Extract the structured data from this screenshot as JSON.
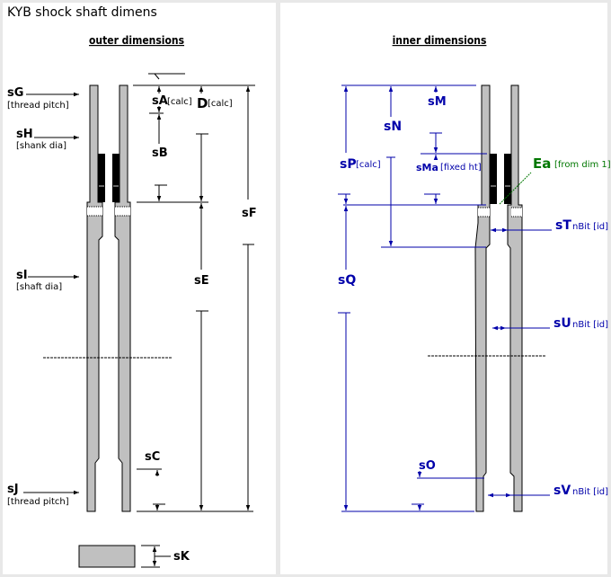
{
  "title": "KYB  shock shaft dimens",
  "colors": {
    "outer_line": "#000000",
    "inner_line": "#0000aa",
    "callout_green": "#007700",
    "shaft_fill": "#c0c0c0",
    "seal_fill": "#000000",
    "background": "#e8e8e8"
  },
  "outer": {
    "heading": "outer dimensions",
    "left_labels": [
      {
        "id": "sG",
        "label": "sG",
        "note": "[thread pitch]"
      },
      {
        "id": "sH",
        "label": "sH",
        "note": "[shank dia]"
      },
      {
        "id": "sI",
        "label": "sI",
        "note": "[shaft dia]"
      },
      {
        "id": "sJ",
        "label": "sJ",
        "note": "[thread pitch]"
      }
    ],
    "dims": {
      "sA": {
        "label": "sA",
        "note": "[calc]"
      },
      "D": {
        "label": "D",
        "note": "[calc]"
      },
      "sB": {
        "label": "sB"
      },
      "sE": {
        "label": "sE"
      },
      "sF": {
        "label": "sF"
      },
      "sC": {
        "label": "sC"
      },
      "sK": {
        "label": "sK"
      }
    }
  },
  "inner": {
    "heading": "inner dimensions",
    "dims": {
      "sM": {
        "label": "sM"
      },
      "sN": {
        "label": "sN"
      },
      "sP": {
        "label": "sP",
        "note": "[calc]"
      },
      "sMa": {
        "label": "sMa",
        "note": "[fixed ht]"
      },
      "Ea": {
        "label": "Ea",
        "note": "[from dim 1]"
      },
      "sT": {
        "label": "sT",
        "note": "nBit [id]"
      },
      "sQ": {
        "label": "sQ"
      },
      "sU": {
        "label": "sU",
        "note": "nBit [id]"
      },
      "sO": {
        "label": "sO"
      },
      "sV": {
        "label": "sV",
        "note": "nBit [id]"
      }
    }
  }
}
